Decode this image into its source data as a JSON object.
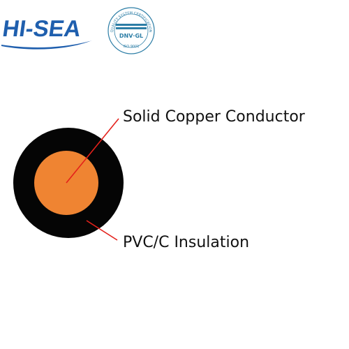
{
  "brand": {
    "logo_text": "HI-SEA",
    "logo_color": "#1f5fae",
    "swoosh_color": "#1f5fae"
  },
  "certification": {
    "arc_text": "QUALITY SYSTEM CERTIFICATION",
    "body_text": "DNV·GL",
    "standard_text": "ISO 9001",
    "seal_color": "#2d7ea6"
  },
  "diagram": {
    "labels": {
      "conductor": "Solid Copper Conductor",
      "insulation": "PVC/C Insulation"
    },
    "colors": {
      "conductor": "#ef8432",
      "insulation": "#050505",
      "leader_line": "#e4211b"
    }
  }
}
